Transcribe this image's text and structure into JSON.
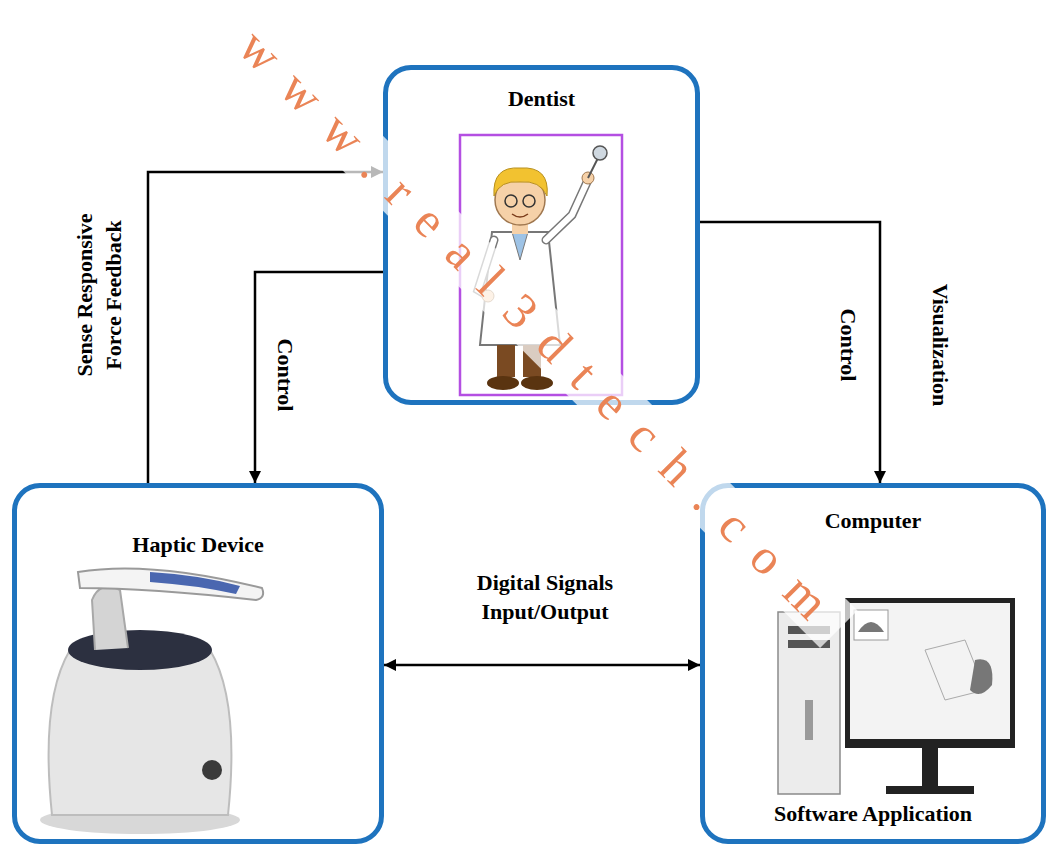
{
  "diagram": {
    "nodes": [
      {
        "text": [
          "Dentist"
        ]
      },
      {
        "text": [
          "Haptic Device"
        ]
      },
      {
        "text": [
          "Computer",
          "Software Application"
        ]
      }
    ],
    "edges": [
      {
        "from": 1,
        "to": 0,
        "arrow": "to",
        "label": "Sense Responsive Force Feedback"
      },
      {
        "from": 0,
        "to": 1,
        "arrow": "to",
        "label": "Control"
      },
      {
        "from": 0,
        "to": 2,
        "arrow": "to",
        "label": "Control"
      },
      {
        "from": 1,
        "to": 2,
        "arrow": "both",
        "label": "Digital Signals Input/Output"
      }
    ],
    "labels": [
      "Visualization",
      "www.real3dtech.com"
    ]
  }
}
